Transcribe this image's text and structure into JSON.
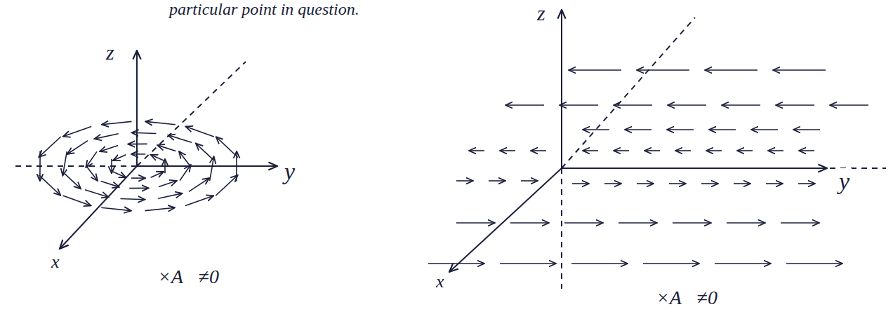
{
  "diagram": {
    "labels": [
      "particular point in question.",
      "z",
      "y",
      "x",
      "∇×A⃗≠0",
      "z",
      "y",
      "x",
      "∇×A⃗≠0"
    ]
  }
}
